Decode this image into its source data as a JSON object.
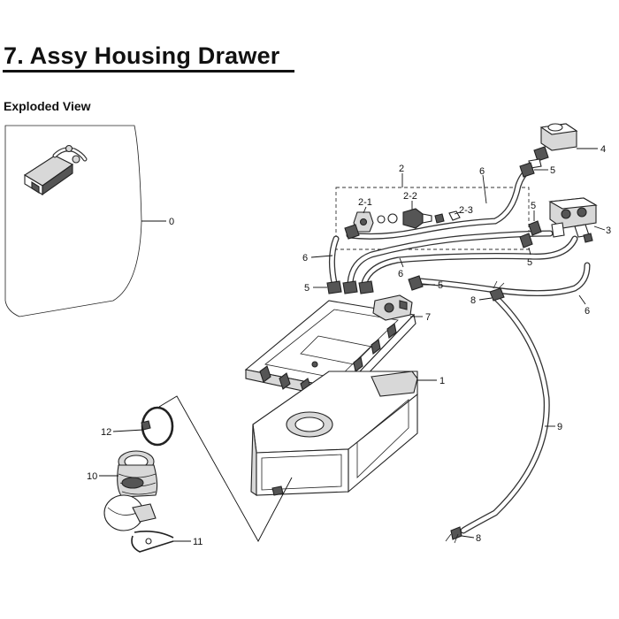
{
  "header": {
    "title": "7.  Assy Housing Drawer",
    "subtitle": "Exploded View"
  },
  "callouts": {
    "c0": "0",
    "c1": "1",
    "c2": "2",
    "c2_1": "2-1",
    "c2_2": "2-2",
    "c2_3": "2-3",
    "c3": "3",
    "c4": "4",
    "c5": "5",
    "c6": "6",
    "c7": "7",
    "c8": "8",
    "c9": "9",
    "c10": "10",
    "c11": "11",
    "c12": "12"
  }
}
